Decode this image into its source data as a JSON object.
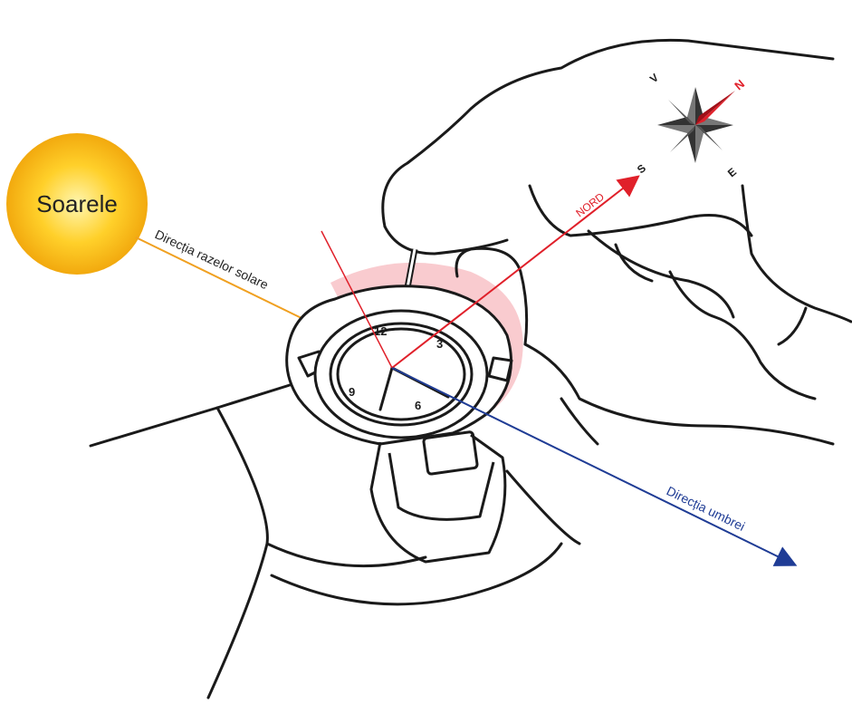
{
  "sun": {
    "label": "Soarele"
  },
  "labels": {
    "sun_rays": "Direcția razelor solare",
    "north": "NORD",
    "shadow": "Direcția umbrei"
  },
  "compass": {
    "n": "N",
    "s": "S",
    "e": "E",
    "v": "V"
  },
  "watch": {
    "numerals": [
      "12",
      "3",
      "6",
      "9"
    ]
  },
  "colors": {
    "sun_fill": "#f6c21a",
    "sun_glow": "#fff2a8",
    "rays": "#f0a020",
    "north": "#e0202a",
    "shadow": "#1f3c95",
    "highlight": "#f4a0a8",
    "outline": "#1a1a1a"
  }
}
